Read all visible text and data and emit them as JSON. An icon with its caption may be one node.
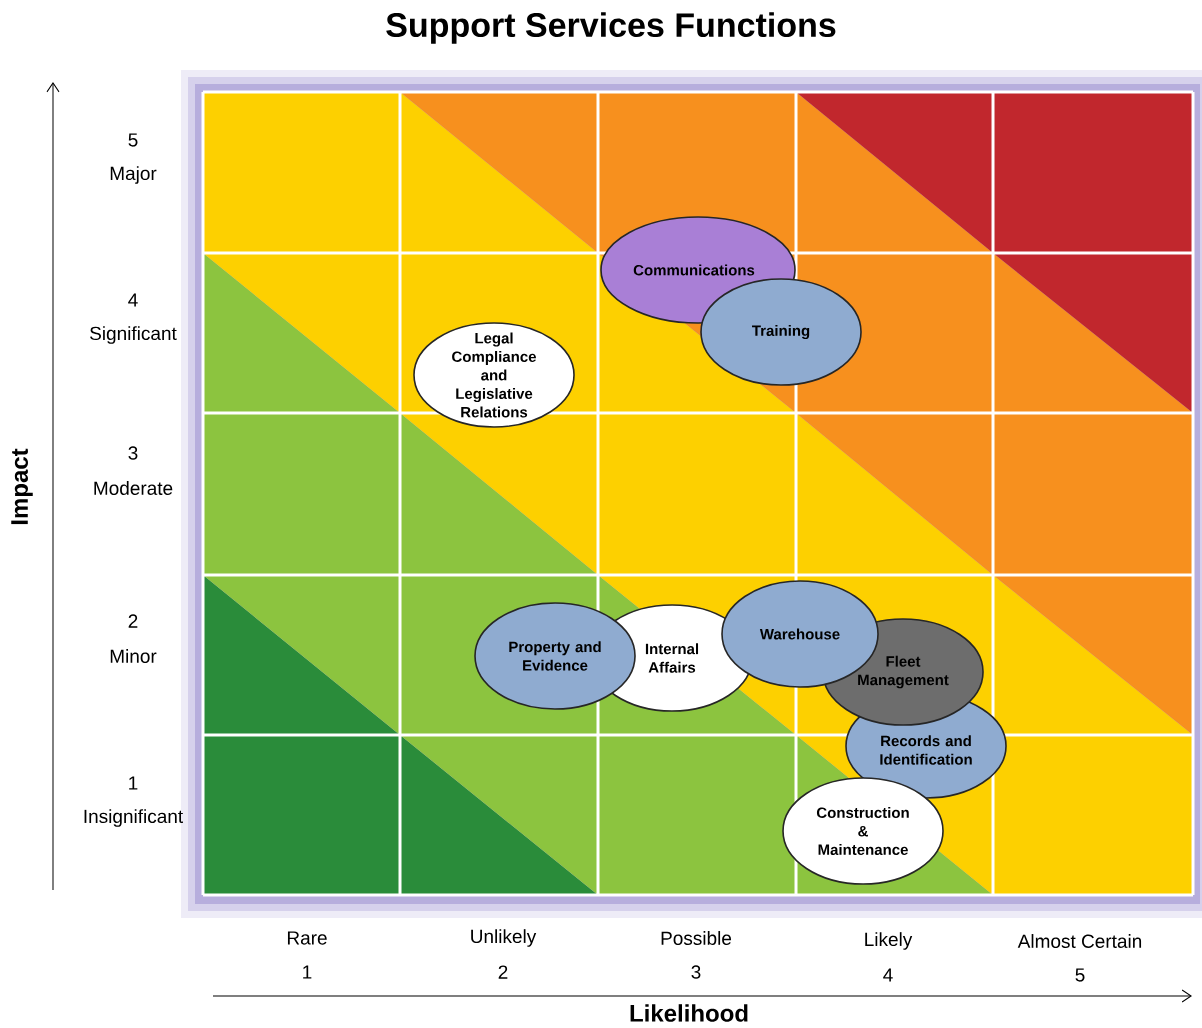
{
  "diagram": {
    "title": "Support Services Functions",
    "nodes": [
      {
        "text": [
          "Communications"
        ]
      },
      {
        "text": [
          "Training"
        ]
      },
      {
        "text": [
          "Legal Compliance and Legislative Relations"
        ]
      },
      {
        "text": [
          "Property and Evidence"
        ]
      },
      {
        "text": [
          "Internal Affairs"
        ]
      },
      {
        "text": [
          "Warehouse"
        ]
      },
      {
        "text": [
          "Fleet Management"
        ]
      },
      {
        "text": [
          "Records and Identification"
        ]
      },
      {
        "text": [
          "Construction & Maintenance"
        ]
      }
    ],
    "edges": [],
    "labels": [
      "Impact",
      "5",
      "Major",
      "4",
      "Significant",
      "3",
      "Moderate",
      "2",
      "Minor",
      "1",
      "Insignificant",
      "Rare",
      "Unlikely",
      "Possible",
      "Likely",
      "Almost Certain",
      "1",
      "2",
      "3",
      "4",
      "5",
      "Likelihood"
    ]
  }
}
